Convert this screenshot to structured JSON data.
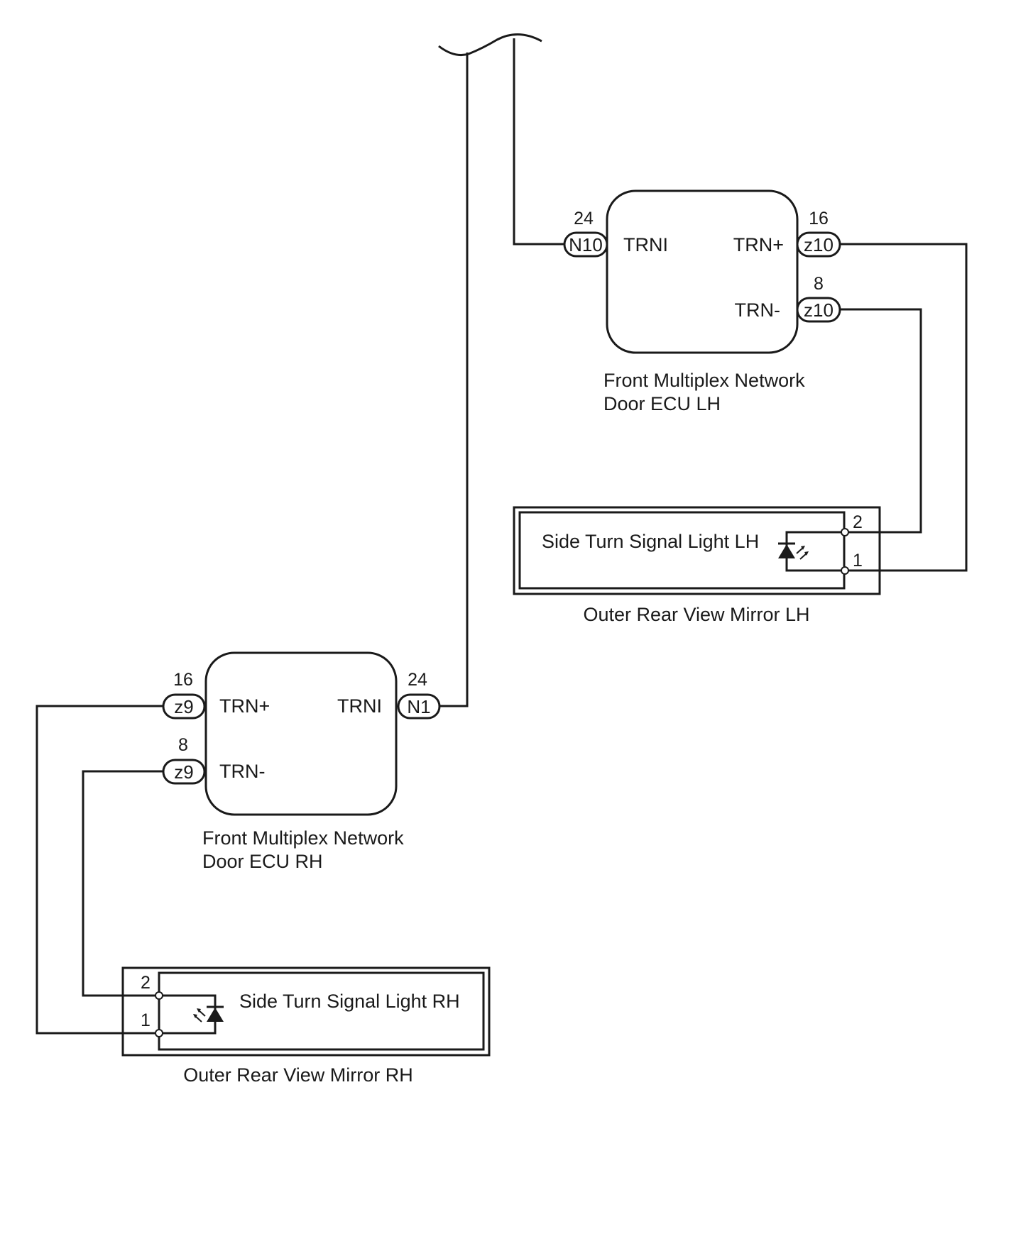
{
  "ecu_lh": {
    "name_line1": "Front Multiplex Network",
    "name_line2": "Door ECU LH",
    "terminals": {
      "trni": {
        "label": "TRNI",
        "connector": "N10",
        "pin": "24"
      },
      "trn_plus": {
        "label": "TRN+",
        "connector": "z10",
        "pin": "16"
      },
      "trn_minus": {
        "label": "TRN-",
        "connector": "z10",
        "pin": "8"
      }
    }
  },
  "ecu_rh": {
    "name_line1": "Front Multiplex Network",
    "name_line2": "Door ECU RH",
    "terminals": {
      "trni": {
        "label": "TRNI",
        "connector": "N1",
        "pin": "24"
      },
      "trn_plus": {
        "label": "TRN+",
        "connector": "z9",
        "pin": "16"
      },
      "trn_minus": {
        "label": "TRN-",
        "connector": "z9",
        "pin": "8"
      }
    }
  },
  "mirror_lh": {
    "name": "Outer Rear View Mirror LH",
    "light": "Side Turn Signal Light LH",
    "pin_top": "2",
    "pin_bottom": "1"
  },
  "mirror_rh": {
    "name": "Outer Rear View Mirror RH",
    "light": "Side Turn Signal Light RH",
    "pin_top": "2",
    "pin_bottom": "1"
  },
  "icons": {
    "led": "led-icon",
    "wire_break": "wire-break-icon"
  },
  "colors": {
    "line": "#1a1a1a",
    "background": "#ffffff"
  }
}
